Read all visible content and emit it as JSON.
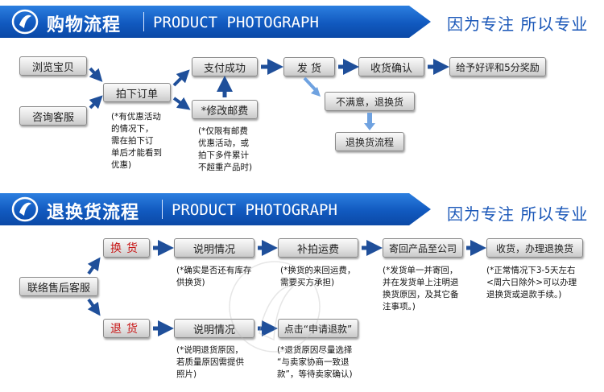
{
  "section1": {
    "title": "购物流程",
    "subtitle": "PRODUCT PHOTOGRAPH",
    "slogan": "因为专注 所以专业",
    "boxes": {
      "browse": "浏览宝贝",
      "consult": "咨询客服",
      "order": "拍下订单",
      "pay": "支付成功",
      "modify": "*修改邮费",
      "ship": "发 货",
      "confirm": "收货确认",
      "review": "给予好评和5分奖励",
      "unhappy": "不满意，退换货",
      "return_flow": "退换货流程"
    },
    "notes": {
      "order_note": [
        "(*有优惠活动",
        "的情况下，",
        "需在拍下订",
        "单后才能看到",
        "优惠)"
      ],
      "modify_note": [
        "(*仅限有邮费",
        "优惠活动，或",
        "拍下多件累计",
        "不超重产品时)"
      ]
    }
  },
  "section2": {
    "title": "退换货流程",
    "subtitle": "PRODUCT PHOTOGRAPH",
    "slogan": "因为专注 所以专业",
    "boxes": {
      "contact": "联络售后客服",
      "exchange": "换货",
      "refund": "退货",
      "explain1": "说明情况",
      "shipping": "补拍运费",
      "send_back": "寄回产品至公司",
      "receive": "收货，办理退换货",
      "explain2": "说明情况",
      "apply": "点击“申请退款”"
    },
    "notes": {
      "explain1_note": [
        "(*确实是否还有库存",
        "供换货)"
      ],
      "shipping_note": [
        "(*换货的来回运费，",
        "需要买方承担)"
      ],
      "send_back_note": [
        "(*发货单一并寄回，",
        "并在发货单上注明退",
        "换货原因，及其它备",
        "注事项。)"
      ],
      "receive_note": [
        "(*正常情况下3-5天左右",
        "<周六日除外>可以办理",
        "退换货或退款手续。)"
      ],
      "explain2_note": [
        "(*说明退货原因，",
        "若质量原因需提供",
        "照片)"
      ],
      "apply_note": [
        "(*退货原因尽量选择",
        "“与卖家协商一致退",
        "款”，等待卖家确认)"
      ]
    }
  },
  "colors": {
    "banner": "#1159bf",
    "slogan": "#1a57b8",
    "arrow": "#1f4f9a",
    "red_text": "#c81414"
  }
}
